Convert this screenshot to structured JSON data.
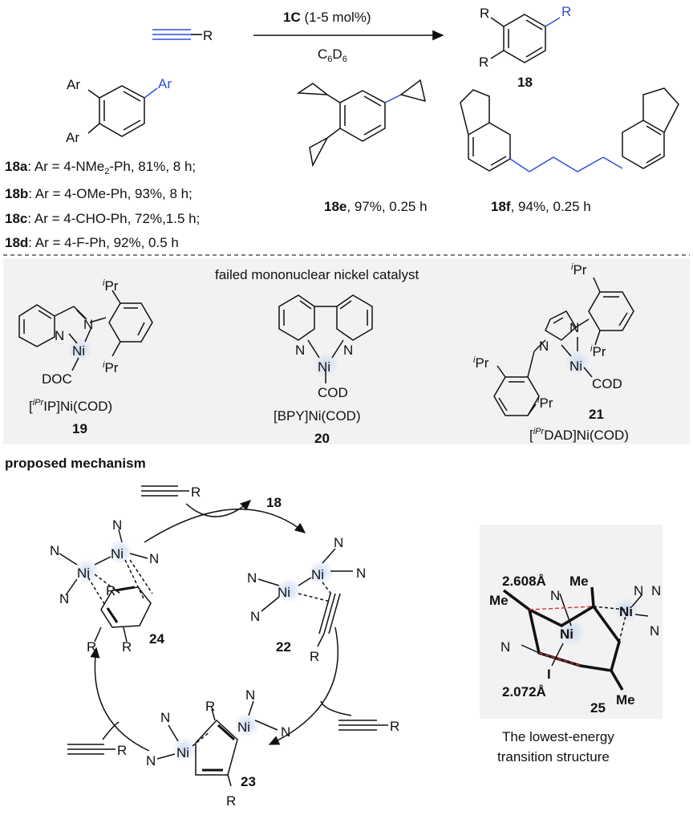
{
  "reaction": {
    "alkyne_r": "R",
    "catalyst": "1C",
    "catalyst_loading": " (1-5 mol%)",
    "solvent_a": "C",
    "solvent_sub1": "6",
    "solvent_b": "D",
    "solvent_sub2": "6",
    "product_r1": "R",
    "product_r2": "R",
    "product_r3": "R",
    "product_label": "18"
  },
  "aryl_product": {
    "ar1": "Ar",
    "ar2": "Ar",
    "ar3": "Ar"
  },
  "examples": [
    {
      "id": "18a",
      "text": ": Ar = 4-NMe",
      "sub": "2",
      "tail": "-Ph, 81%, 8 h;"
    },
    {
      "id": "18b",
      "text": ": Ar = 4-OMe-Ph, 93%, 8 h;"
    },
    {
      "id": "18c",
      "text": ": Ar = 4-CHO-Ph, 72%,1.5 h;"
    },
    {
      "id": "18d",
      "text": ": Ar = 4-F-Ph, 92%, 0.5 h"
    }
  ],
  "example_e": {
    "id": "18e",
    "text": ", 97%, 0.25 h"
  },
  "example_f": {
    "id": "18f",
    "text": ", 94%, 0.25 h"
  },
  "failed": {
    "heading": "failed mononuclear nickel catalyst",
    "c19": {
      "ni": "Ni",
      "n1": "N",
      "n2": "N",
      "doc": "DOC",
      "ipr_top": "Pr",
      "ipr_bot": "Pr",
      "i": "i",
      "name_pre": "[",
      "name_sup": "iPr",
      "name_post": "IP]Ni(COD)",
      "num": "19"
    },
    "c20": {
      "ni": "Ni",
      "n1": "N",
      "n2": "N",
      "cod": "COD",
      "name": "[BPY]Ni(COD)",
      "num": "20"
    },
    "c21": {
      "ni": "Ni",
      "n1": "N",
      "n2": "N",
      "cod": "COD",
      "ipr1": "Pr",
      "ipr2": "Pr",
      "ipr3": "Pr",
      "ipr4": "Pr",
      "i": "i",
      "num": "21",
      "name_pre": "[",
      "name_sup": "iPr",
      "name_post": "DAD]Ni(COD)"
    }
  },
  "mechanism": {
    "heading": "proposed mechanism",
    "alkyne_r": "R",
    "out_label": "18",
    "ni": "Ni",
    "n": "N",
    "r": "R",
    "label_24": "24",
    "label_22": "22",
    "label_23": "23"
  },
  "ts": {
    "d1": "2.608Å",
    "d2": "2.072Å",
    "me": "Me",
    "ni": "Ni",
    "n": "N",
    "i": "I",
    "num": "25",
    "cap1": "The lowest-energy",
    "cap2": "transition structure"
  },
  "colors": {
    "blue": "#2f4fd8",
    "panel": "#f2f2f2",
    "dash_red": "#e03030",
    "ni_glow": "#c9d8f2"
  }
}
